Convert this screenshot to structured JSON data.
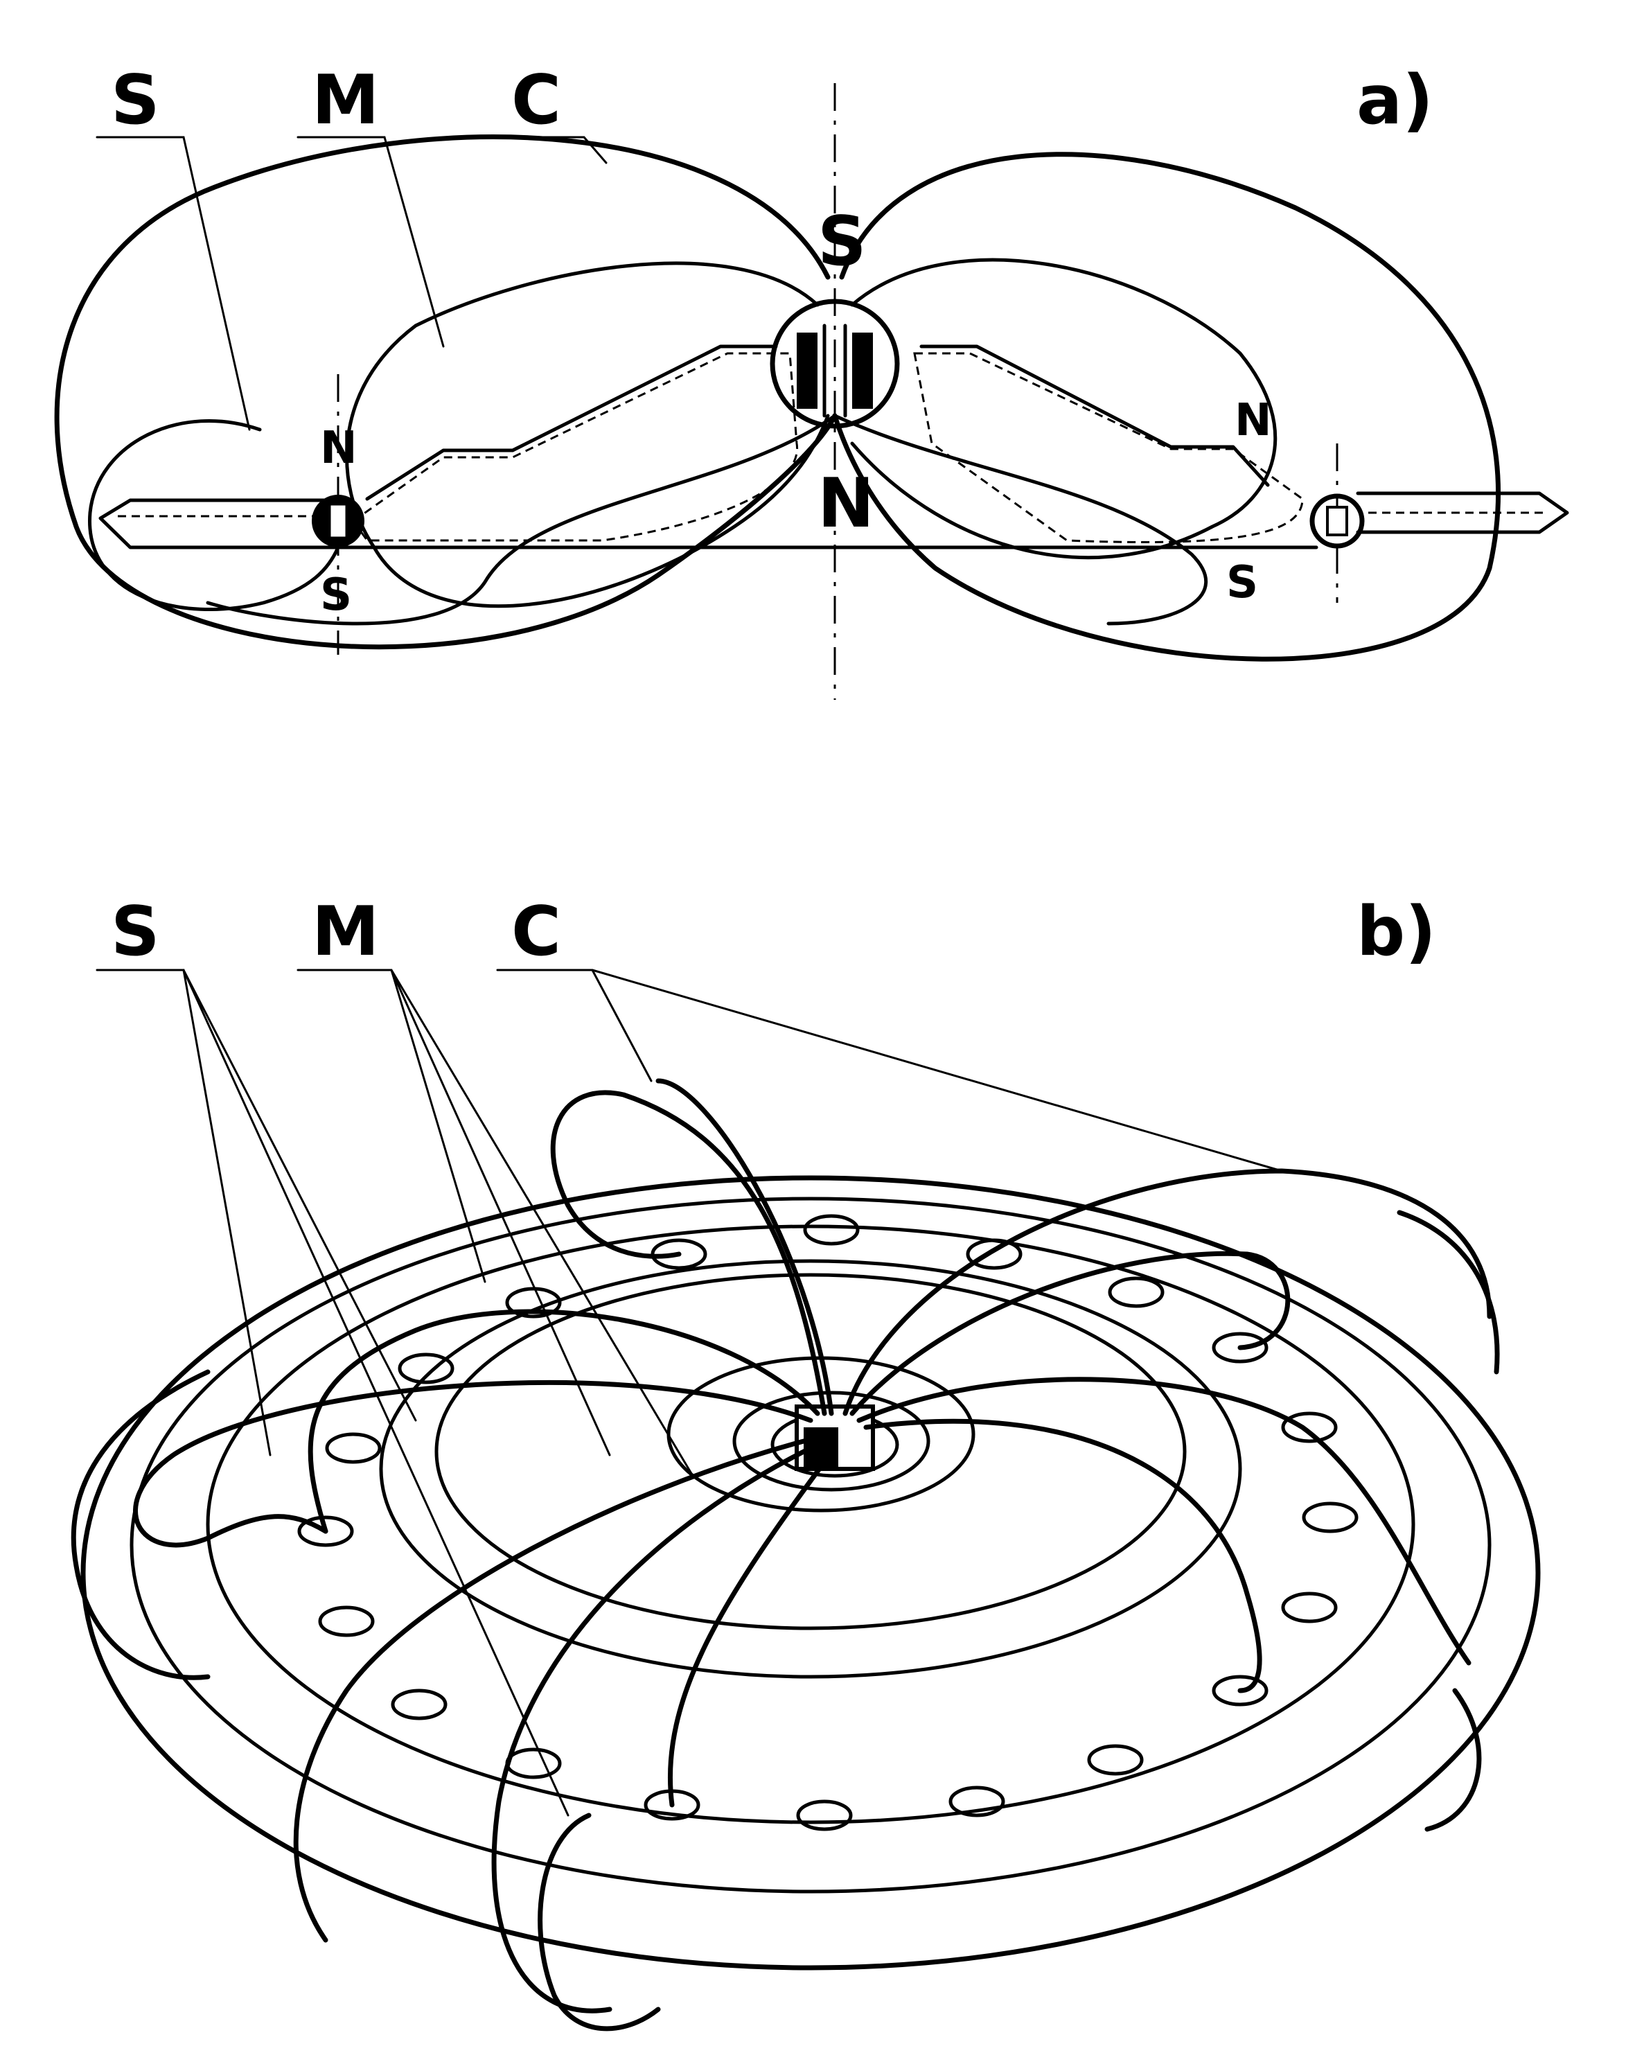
{
  "panel_a": {
    "label": "a)",
    "callout_s": "S",
    "callout_m": "M",
    "callout_c": "C",
    "pole_center_top": "S",
    "pole_center_bottom": "N",
    "pole_left_top": "N",
    "pole_left_bottom": "S",
    "pole_right_top": "N",
    "pole_right_bottom": "S"
  },
  "panel_b": {
    "label": "b)",
    "callout_s": "S",
    "callout_m": "M",
    "callout_c": "C"
  }
}
